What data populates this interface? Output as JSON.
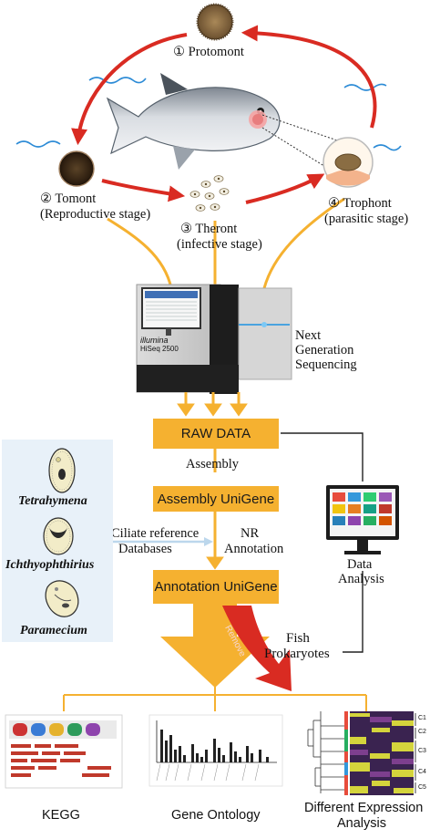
{
  "lifecycle": {
    "protomont": "① Protomont",
    "tomont": "② Tomont",
    "tomont_sub": "(Reproductive stage)",
    "theront": "③ Theront",
    "theront_sub": "(infective stage)",
    "trophont": "④ Trophont",
    "trophont_sub": "(parasitic stage)"
  },
  "sequencer": {
    "brand": "illumina",
    "model": "HiSeq 2500",
    "label_lines": [
      "Next",
      "Generation",
      "Sequencing"
    ]
  },
  "pipeline": {
    "raw_data": "RAW DATA",
    "assembly": "Assembly",
    "assembly_unigene": "Assembly UniGene",
    "ciliate_ref": [
      "Ciliate reference",
      "Databases"
    ],
    "nr_annotation": [
      "NR",
      "Annotation"
    ],
    "annotation_unigene": "Annotation UniGene",
    "remove": "Remove",
    "removed_items": [
      "Fish",
      "Prokaryotes"
    ]
  },
  "ciliates": [
    "Tetrahymena",
    "Ichthyophthirius",
    "Paramecium"
  ],
  "data_analysis": [
    "Data",
    "Analysis"
  ],
  "outputs": {
    "kegg": "KEGG",
    "go": "Gene Ontology",
    "dea": [
      "Different Expression",
      "Analysis"
    ],
    "heatmap_clusters": [
      "C1",
      "C2",
      "C3",
      "C4",
      "C5"
    ]
  },
  "colors": {
    "red_arrow": "#d92b22",
    "orange": "#f5b130",
    "panel": "#e8f1f9",
    "water": "#2c8bd6"
  }
}
